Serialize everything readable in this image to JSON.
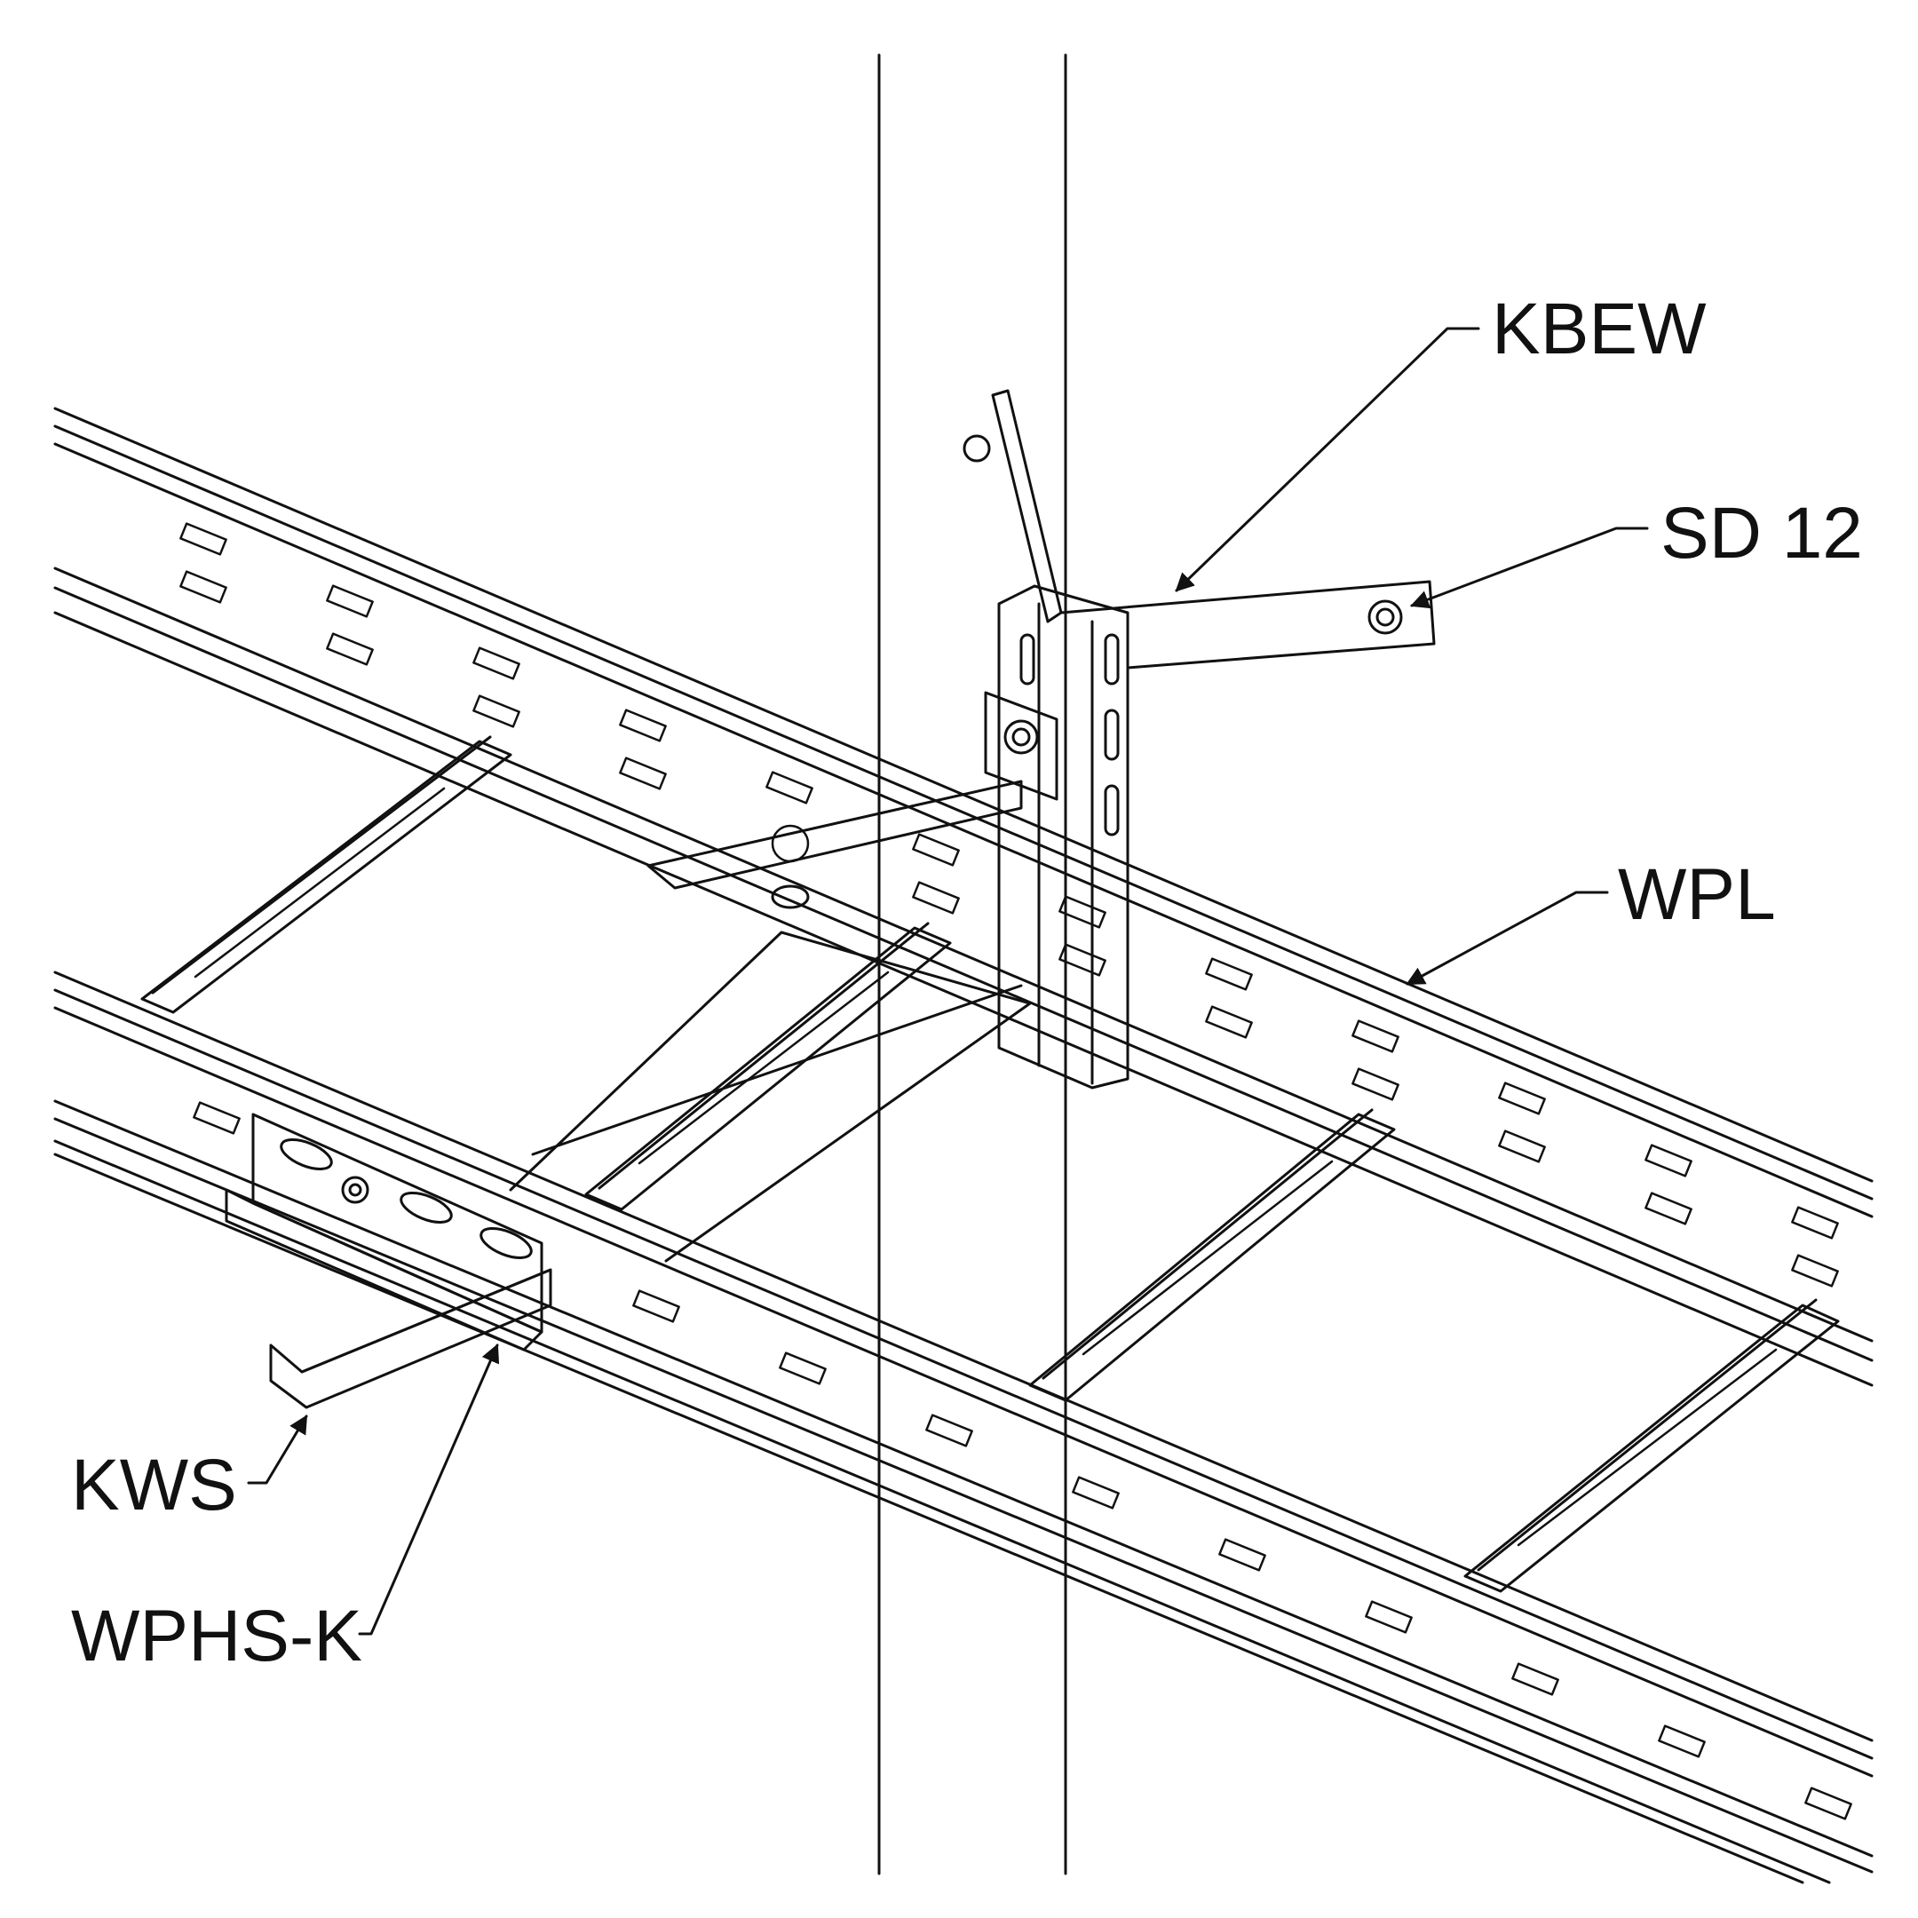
{
  "labels": {
    "kbew": "KBEW",
    "sd12": "SD 12",
    "wpl": "WPL",
    "kws": "KWS",
    "wphs_k": "WPHS-K"
  },
  "colors": {
    "line": "#111111",
    "background": "#ffffff"
  }
}
